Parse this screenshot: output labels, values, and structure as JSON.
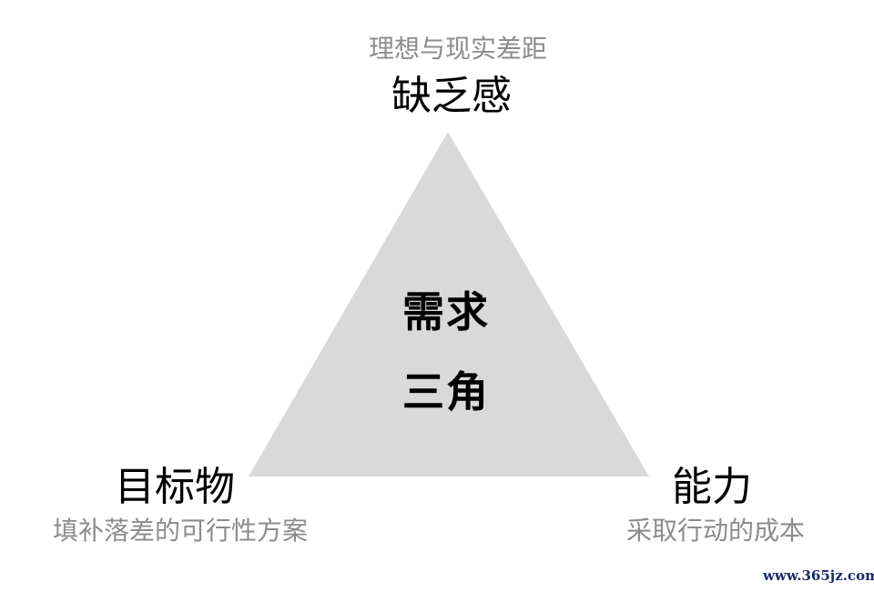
{
  "colors": {
    "triangle_fill": "#d9d9d9",
    "sub_text": "#8c8c8c",
    "main_text": "#000000",
    "watermark": "#1a2a6c"
  },
  "top_node": {
    "subtitle": "理想与现实差距",
    "label": "缺乏感"
  },
  "left_node": {
    "label": "目标物",
    "subtitle": "填补落差的可行性方案"
  },
  "right_node": {
    "label": "能力",
    "subtitle": "采取行动的成本"
  },
  "center": {
    "line1": "需求",
    "line2": "三角"
  },
  "watermark": "www.365jz.com"
}
